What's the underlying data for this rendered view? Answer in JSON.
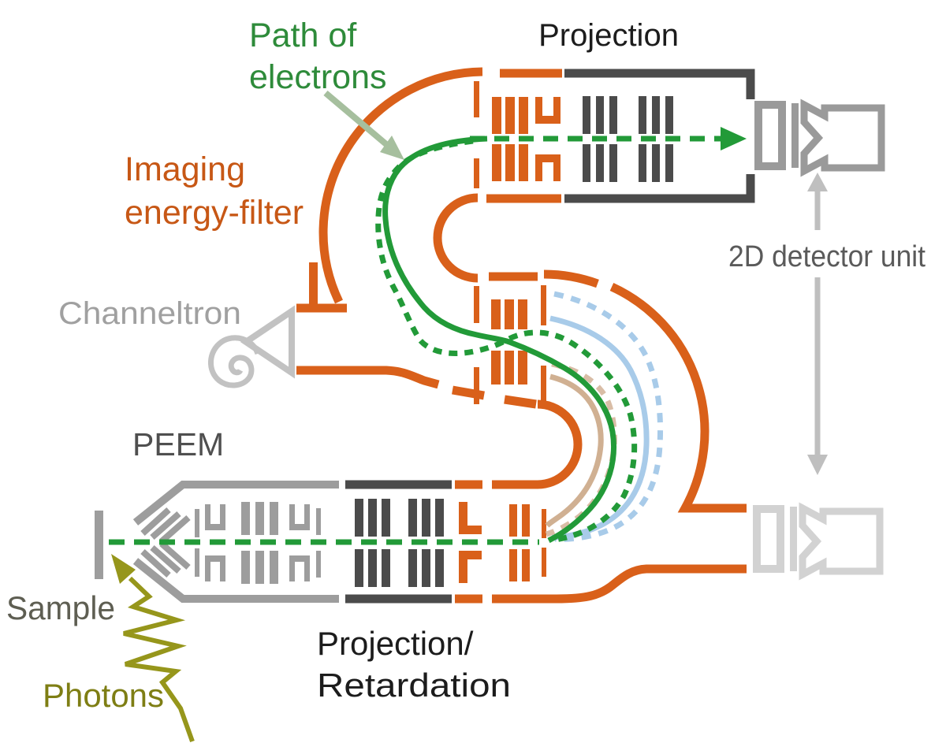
{
  "diagram": {
    "title_hint": "PEEM with imaging energy-filter schematic",
    "labels": {
      "path_of_electrons": [
        "Path of",
        "electrons"
      ],
      "projection_top": "Projection",
      "imaging_energy_filter": [
        "Imaging",
        "energy-filter"
      ],
      "channeltron": "Channeltron",
      "detector_unit": "2D detector unit",
      "peem": "PEEM",
      "sample": "Sample",
      "photons": "Photons",
      "projection_retardation": [
        "Projection/",
        "Retardation"
      ]
    },
    "colors": {
      "filter_orange": "#d9601a",
      "orange_text": "#c75715",
      "green_path": "#229a38",
      "green_text": "#2e8b3a",
      "dark_gray": "#4b4b4b",
      "light_gray": "#9d9d9d",
      "detector_gray": "#9a9a9a",
      "pale_gray": "#d2d2d2",
      "arrow_gray": "#bfbfbf",
      "channeltron_gray": "#c2c2c2",
      "channeltron_text": "#a0a0a0",
      "blue_path": "#a8cbe9",
      "tan_path": "#d0b092",
      "tan_dash": "#d9bda6",
      "sage_arrow": "#a6bf9e",
      "olive": "#96961b",
      "text_dark": "#1c1c1c",
      "detector_text": "#5a5a5a",
      "peem_text": "#4f4f4f",
      "sample_text": "#5e5e52",
      "photons_text": "#7e7e14"
    },
    "icons": {
      "channeltron": "spiral-horn-icon",
      "detector_unit": "mcp-screen-camera-icon",
      "electron_beam": "green-dashed-arrow-icon",
      "label_pointer": "sage-arrow-icon",
      "detector_link": "gray-vertical-arrows-icon",
      "photon_beam": "olive-zigzag-arrow-icon"
    }
  }
}
